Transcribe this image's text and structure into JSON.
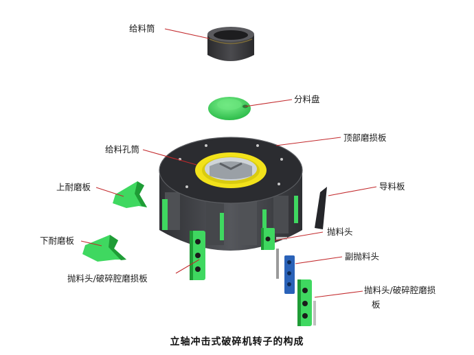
{
  "labels": {
    "feed_tube": "给料筒",
    "distributor_plate": "分料盘",
    "top_wear_plate": "顶部磨损板",
    "feed_eye_ring": "给料孔筒",
    "upper_wear_plate": "上耐磨板",
    "guide_plate": "导料板",
    "lower_wear_plate": "下耐磨板",
    "tip": "抛料头",
    "secondary_tip": "副抛料头",
    "tip_cavity_left": "抛料头/破碎腔磨损板",
    "tip_cavity_right_line1": "抛料头/破碎腔磨损",
    "tip_cavity_right_line2": "板"
  },
  "title": "立轴冲击式破碎机转子的构成",
  "colors": {
    "green": "#3fd860",
    "dark_green": "#1f9c36",
    "rotor_dark": "#3a3b3f",
    "rotor_top": "#2b2c30",
    "yellow_ring": "#f2e21b",
    "blue_part": "#2a62b8",
    "leader_line": "#c2282b"
  }
}
